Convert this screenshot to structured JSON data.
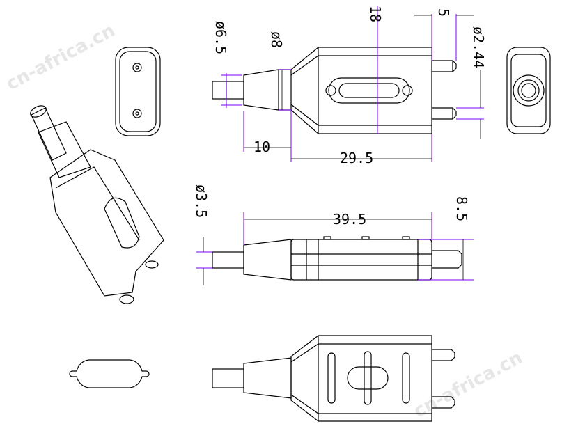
{
  "watermark": "cn-africa.cn",
  "colors": {
    "line": "#000000",
    "dimension": "#7a00ff"
  },
  "dimensions": {
    "pin_length": "18",
    "pin_tip": "5",
    "cable_dia": "ø6.5",
    "neck_dia": "ø8",
    "pin_dia": "ø2.44",
    "neck_length": "10",
    "body_length": "29.5",
    "stub_dia": "ø3.5",
    "overall_length": "39.5",
    "height": "8.5"
  }
}
